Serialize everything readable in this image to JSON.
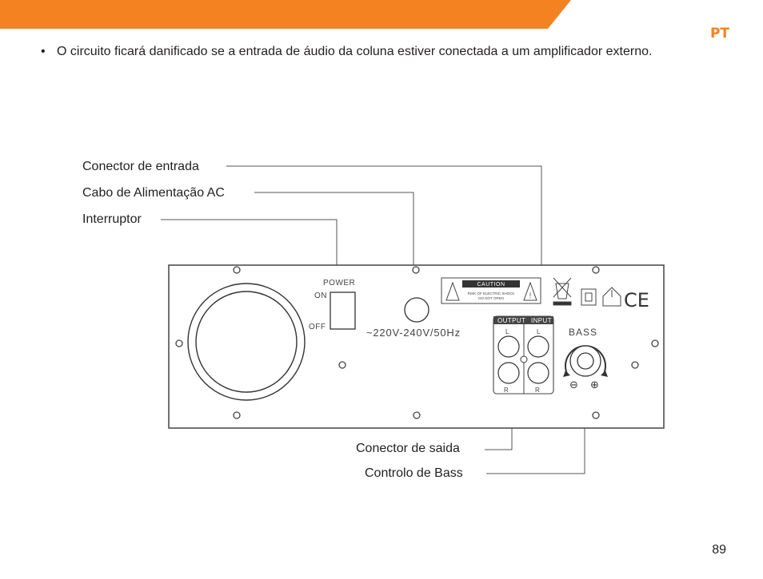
{
  "header": {
    "lang_code": "PT",
    "accent_color": "#f58220"
  },
  "note": {
    "bullet": "•",
    "text": "O circuito ficará danificado se a entrada de áudio da coluna estiver conectada a um amplificador externo."
  },
  "callouts": {
    "input_connector": "Conector de entrada",
    "ac_cable": "Cabo de Alimentação AC",
    "switch": "Interruptor",
    "output_connector": "Conector de saida",
    "bass_control": "Controlo de Bass"
  },
  "panel": {
    "power_label": "POWER",
    "on_label": "ON",
    "off_label": "OFF",
    "voltage_label": "~220V-240V/50Hz",
    "caution_title": "CAUTION",
    "caution_line1": "RISK OF ELECTRIC SHOCK",
    "caution_line2": "DO NOT OPEN",
    "output_label": "OUTPUT",
    "input_label": "INPUT",
    "left_label": "L",
    "right_label": "R",
    "bass_label": "BASS",
    "minus": "⊖",
    "plus": "⊕",
    "ce_mark": "CE"
  },
  "footer": {
    "page_number": "89"
  }
}
